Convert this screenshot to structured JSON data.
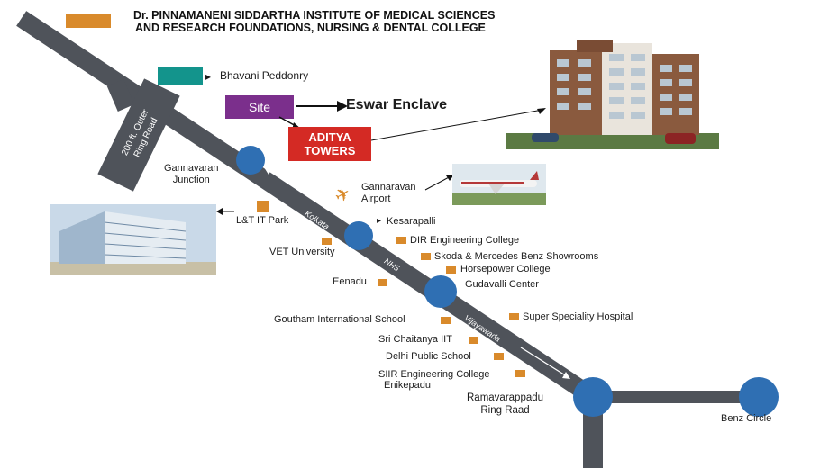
{
  "header": {
    "line1": "Dr. PINNAMANENI SIDDARTHA INSTITUTE OF  MEDICAL SCIENCES",
    "line2": "AND RESEARCH  FOUNDATIONS, NURSING & DENTAL COLLEGE"
  },
  "colors": {
    "road": "#4f535a",
    "junction": "#2f6fb3",
    "marker": "#d98a2b",
    "site": "#7b2f8c",
    "aditya": "#d42a24",
    "bhavani": "#13948c"
  },
  "legend": {
    "bhavani": "Bhavani Peddonry"
  },
  "site_tag": "Site",
  "eswar": "Eswar Enclave",
  "aditya": {
    "line1": "ADITYA",
    "line2": "TOWERS"
  },
  "road_labels": {
    "outer_ring_1": "200 ft. Outer",
    "outer_ring_2": "Ring Road",
    "highway_upper": "Kolkata",
    "highway_mid": "NH5",
    "highway_lower": "Vijayawada"
  },
  "junctions": {
    "gannavaram_1": "Gannavaran",
    "gannavaram_2": "Junction",
    "kesarapalli": "Kesarapalli",
    "gudavalli": "Gudavalli Center",
    "ramavarappadu_1": "Ramavarappadu",
    "ramavarappadu_2": "Ring Raad",
    "benz": "Benz Circle"
  },
  "airport": {
    "line1": "Gannaravan",
    "line2": "Airport"
  },
  "places": {
    "lait": "L&T IT Park",
    "vet": "VET University",
    "eenadu": "Eenadu",
    "goutham": "Goutham International School",
    "chaitanya": "Sri Chaitanya IIT",
    "dps": "Delhi Public School",
    "siir": "SIIR Engineering College",
    "enikepadu": "Enikepadu",
    "dir": "DIR Engineering College",
    "showrooms": "Skoda & Mercedes Benz Showrooms",
    "horsepower": "Horsepower College",
    "superspeciality": "Super Speciality Hospital"
  }
}
